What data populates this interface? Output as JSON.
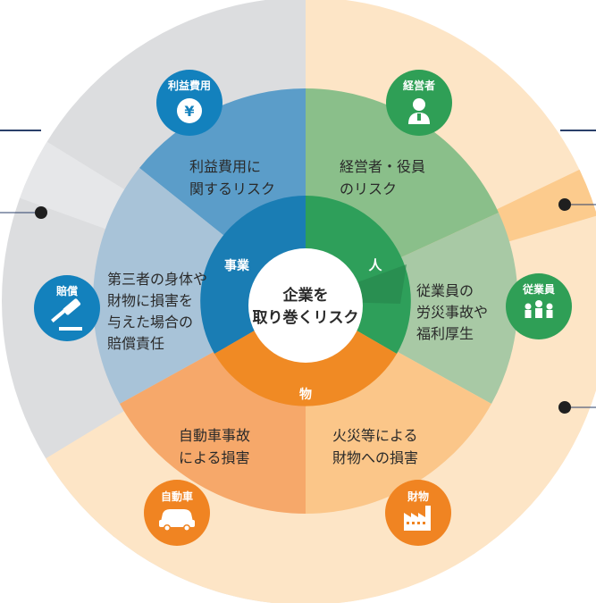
{
  "colors": {
    "gray_bg": "#dcdddf",
    "peach_bg": "#fde5c6",
    "gray_mid": "#c6cdd5",
    "blue_outer": "#a8c3d8",
    "blue_mid": "#5b9dc9",
    "blue_inner": "#1a7db4",
    "green_mid": "#8abf8a",
    "green_light": "#a8c9a5",
    "green_inner": "#2e9f5a",
    "orange_mid": "#f6a86a",
    "orange_light": "#fbc689",
    "orange_inner": "#f08a24",
    "orange_band": "#fcc98a",
    "icon_blue": "#1381bd",
    "icon_green": "#2f9f56",
    "icon_orange": "#f08422",
    "navy_line": "#2a3f6a",
    "text_dark": "#2a2a2a"
  },
  "center": {
    "line1": "企業を",
    "line2": "取り巻くリスク"
  },
  "categories": {
    "business": "事業",
    "people": "人",
    "property": "物"
  },
  "segments": {
    "profit": {
      "line1": "利益費用に",
      "line2": "関するリスク"
    },
    "executive": {
      "line1": "経営者・役員",
      "line2": "のリスク"
    },
    "liability": {
      "line1": "第三者の身体や",
      "line2": "財物に損害を",
      "line3": "与えた場合の",
      "line4": "賠償責任"
    },
    "employee": {
      "line1": "従業員の",
      "line2": "労災事故や",
      "line3": "福利厚生"
    },
    "auto": {
      "line1": "自動車事故",
      "line2": "による損害"
    },
    "property": {
      "line1": "火災等による",
      "line2": "財物への損害"
    }
  },
  "icons": {
    "profit": {
      "label": "利益費用",
      "icon": "yen-icon"
    },
    "executive": {
      "label": "経営者",
      "icon": "businessman-icon"
    },
    "liability": {
      "label": "賠償",
      "icon": "gavel-icon"
    },
    "employee": {
      "label": "従業員",
      "icon": "team-icon"
    },
    "auto": {
      "label": "自動車",
      "icon": "car-icon"
    },
    "property": {
      "label": "財物",
      "icon": "factory-icon"
    }
  }
}
